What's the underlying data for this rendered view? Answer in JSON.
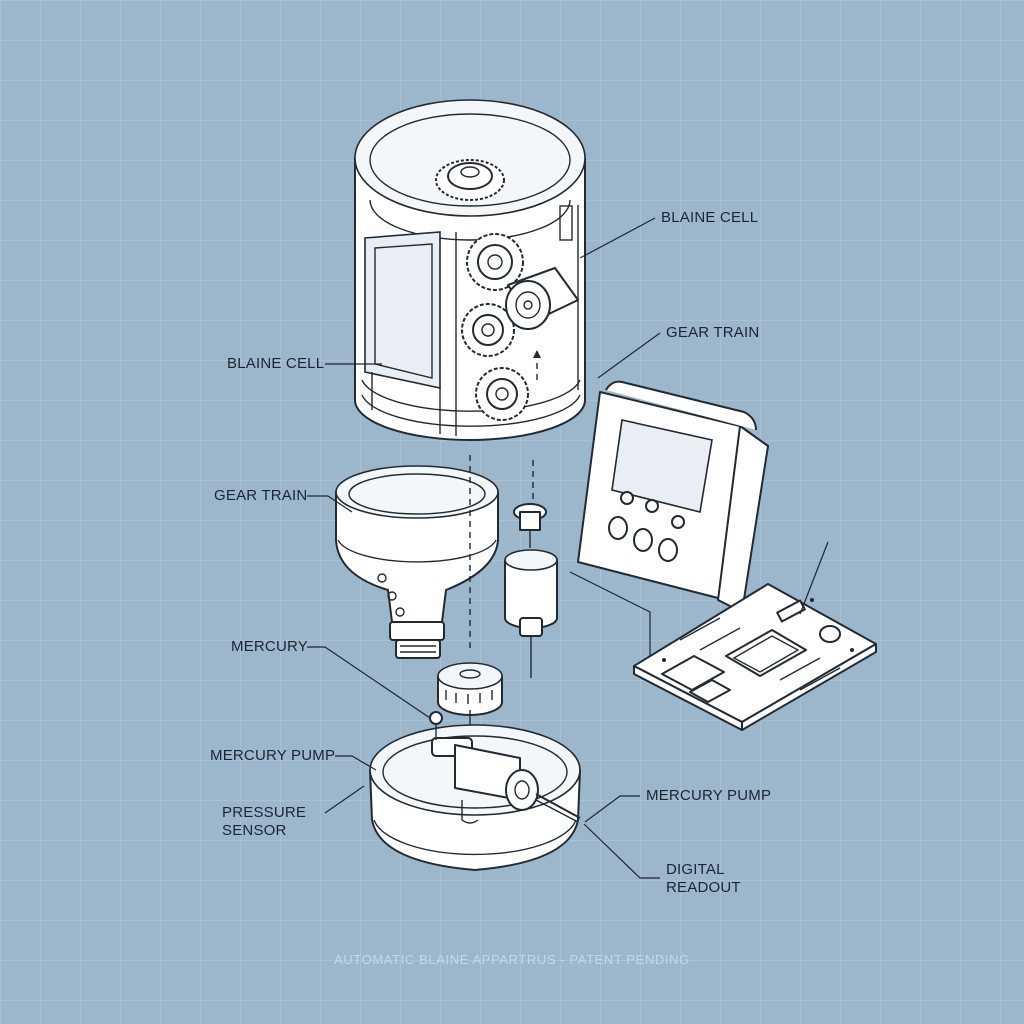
{
  "labels": {
    "blaine_cell_right": "BLAINE CELL",
    "gear_train_right": "GEAR TRAIN",
    "blaine_cell_left": "BLAINE CELL",
    "gear_train_left": "GEAR TRAIN",
    "mercury": "MERCURY",
    "mercury_pump_left": "MERCURY PUMP",
    "pressure_sensor": "PRESSURE SENSOR",
    "mercury_pump_right": "MERCURY PUMP",
    "digital_readout": "DIGITAL READOUT"
  },
  "footer": "AUTOMATIC BLAINE APPARTRUS - PATENT PENDING",
  "colors": {
    "background": "#9cb6cc",
    "grid": "#b3c8d9",
    "line": "#222a33",
    "part_fill": "#ffffff"
  }
}
